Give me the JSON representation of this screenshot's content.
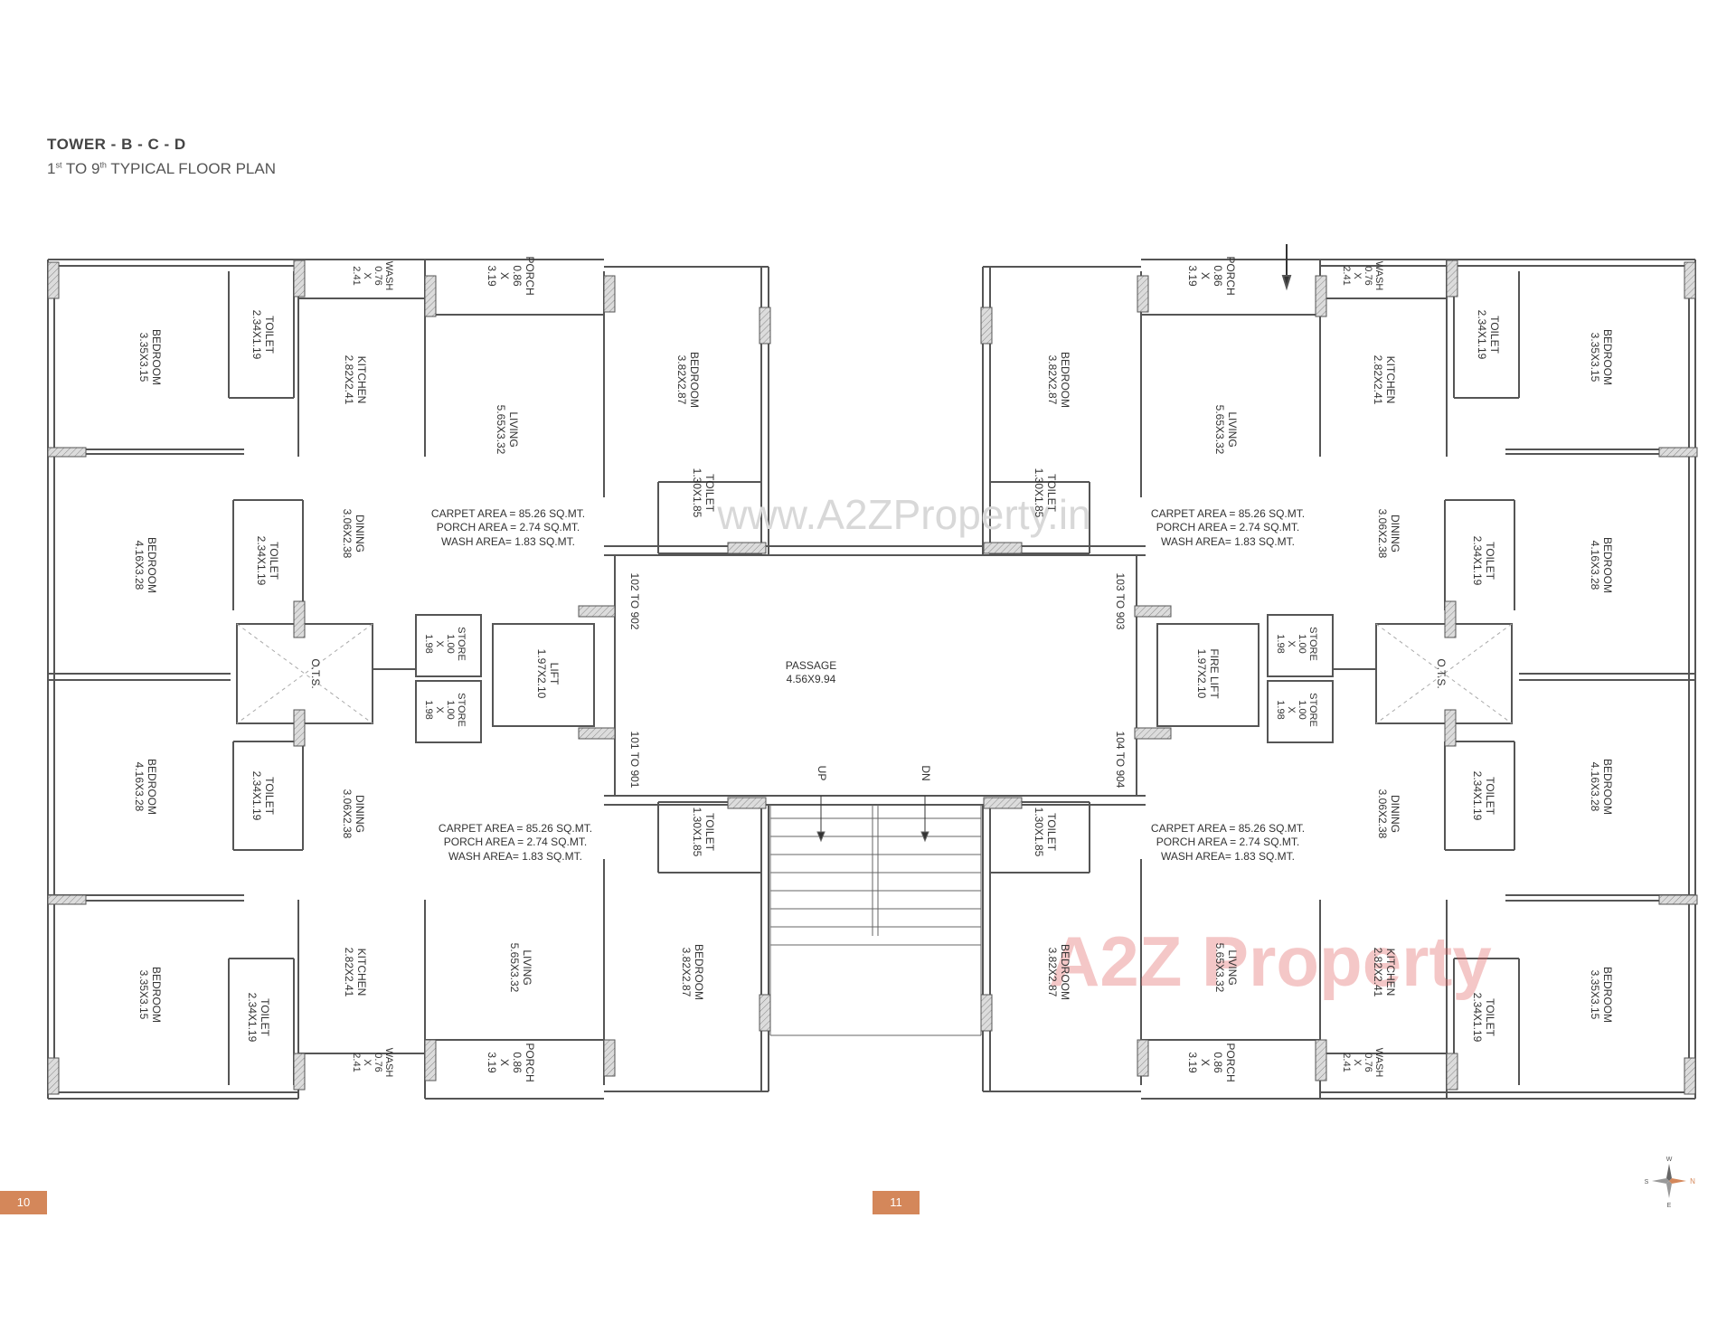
{
  "header": {
    "title": "TOWER - B - C - D",
    "sub_num1": "1",
    "sub_sup1": "st",
    "sub_to": " TO ",
    "sub_num2": "9",
    "sub_sup2": "th",
    "sub_rest": " TYPICAL FLOOR PLAN"
  },
  "areas": {
    "carpet": "CARPET AREA = 85.26 SQ.MT.",
    "porch": "PORCH AREA = 2.74 SQ.MT.",
    "wash": "WASH AREA= 1.83 SQ.MT."
  },
  "rooms": {
    "bedroom_a": [
      "BEDROOM",
      "3.35X3.15"
    ],
    "bedroom_b": [
      "BEDROOM",
      "4.16X3.28"
    ],
    "bedroom_c": [
      "BEDROOM",
      "3.82X2.87"
    ],
    "toilet_a": [
      "TOILET",
      "2.34X1.19"
    ],
    "toilet_b": [
      "TOILET",
      "1.30X1.85"
    ],
    "kitchen": [
      "KITCHEN",
      "2.82X2.41"
    ],
    "living": [
      "LIVING",
      "5.65X3.32"
    ],
    "dining": [
      "DINING",
      "3.06X2.38"
    ],
    "porch": [
      "PORCH",
      "0.86",
      "X",
      "3.19"
    ],
    "wash": [
      "WASH",
      "0.76",
      "X",
      "2.41"
    ],
    "store": [
      "STORE",
      "1.00",
      "X",
      "1.98"
    ],
    "ots": "O.T.S.",
    "lift": [
      "LIFT",
      "1.97X2.10"
    ],
    "fire_lift": [
      "FIRE LIFT",
      "1.97X2.10"
    ],
    "passage": [
      "PASSAGE",
      "4.56X9.94"
    ]
  },
  "units": {
    "u102": "102 TO 902",
    "u101": "101 TO 901",
    "u103": "103 TO 903",
    "u104": "104 TO 904"
  },
  "stairs": {
    "up": "UP",
    "dn": "DN"
  },
  "pages": {
    "left": "10",
    "right": "11"
  },
  "compass": {
    "n": "N",
    "s": "S",
    "e": "E",
    "w": "W"
  },
  "watermark": {
    "url": "www.A2ZProperty.in",
    "brand": "A2Z Property"
  },
  "colors": {
    "page_tab": "#d4875a",
    "wall": "#555555",
    "column_fill": "#cccccc"
  }
}
